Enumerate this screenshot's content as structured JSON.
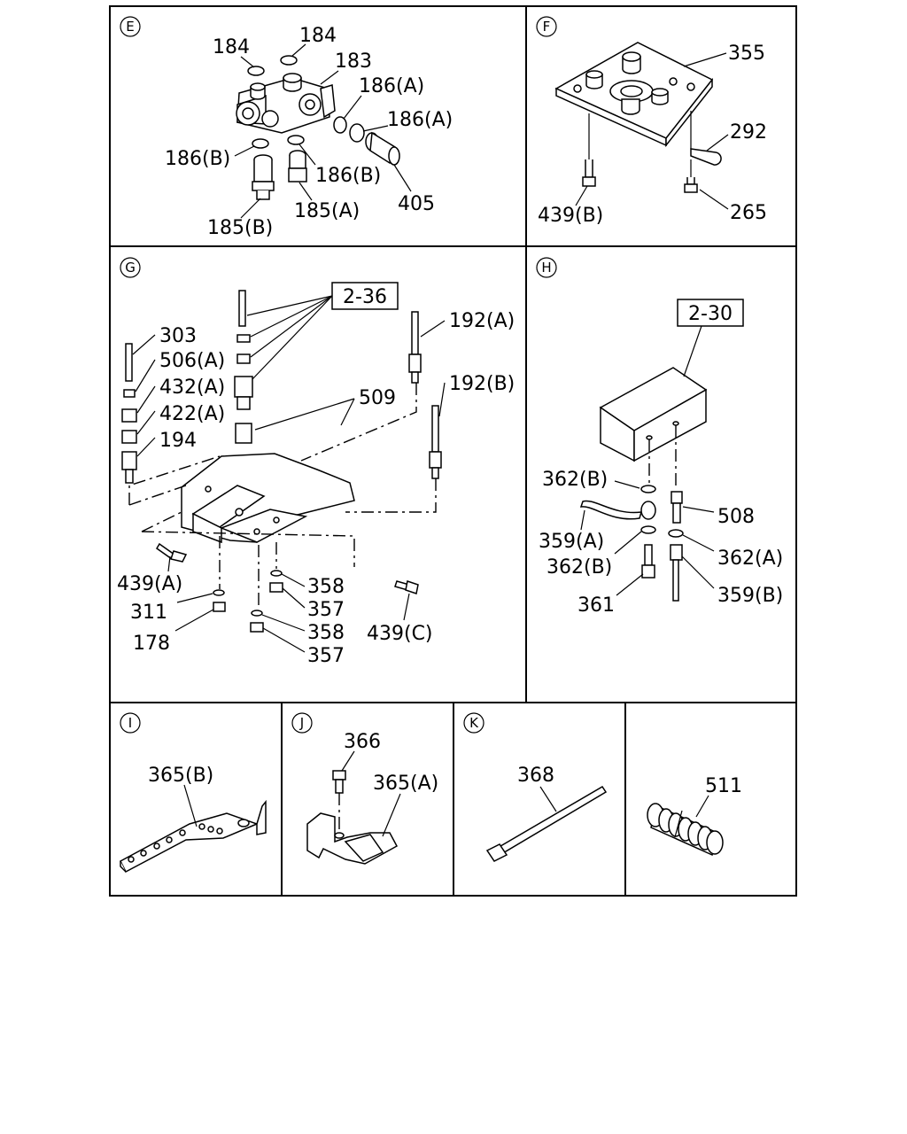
{
  "panels": {
    "E": {
      "letter": "E",
      "labels": {
        "p184a": "184",
        "p184b": "184",
        "p183": "183",
        "p186a1": "186(A)",
        "p186a2": "186(A)",
        "p186b1": "186(B)",
        "p186b2": "186(B)",
        "p405": "405",
        "p185a": "185(A)",
        "p185b": "185(B)"
      }
    },
    "F": {
      "letter": "F",
      "labels": {
        "p355": "355",
        "p292": "292",
        "p439b": "439(B)",
        "p265": "265"
      }
    },
    "G": {
      "letter": "G",
      "labels": {
        "ref236": "2-36",
        "p303": "303",
        "p506a": "506(A)",
        "p432a": "432(A)",
        "p422a": "422(A)",
        "p194": "194",
        "p192a": "192(A)",
        "p509": "509",
        "p192b": "192(B)",
        "p439a": "439(A)",
        "p311": "311",
        "p178": "178",
        "p358a": "358",
        "p357a": "357",
        "p358b": "358",
        "p357b": "357",
        "p439c": "439(C)"
      }
    },
    "H": {
      "letter": "H",
      "labels": {
        "ref230": "2-30",
        "p362b1": "362(B)",
        "p508": "508",
        "p359a": "359(A)",
        "p362a": "362(A)",
        "p362b2": "362(B)",
        "p361": "361",
        "p359b": "359(B)"
      }
    },
    "I": {
      "letter": "I",
      "labels": {
        "p365b": "365(B)"
      }
    },
    "J": {
      "letter": "J",
      "labels": {
        "p366": "366",
        "p365a": "365(A)"
      }
    },
    "K": {
      "letter": "K",
      "labels": {
        "p368": "368"
      }
    },
    "L": {
      "labels": {
        "p511": "511"
      }
    }
  }
}
